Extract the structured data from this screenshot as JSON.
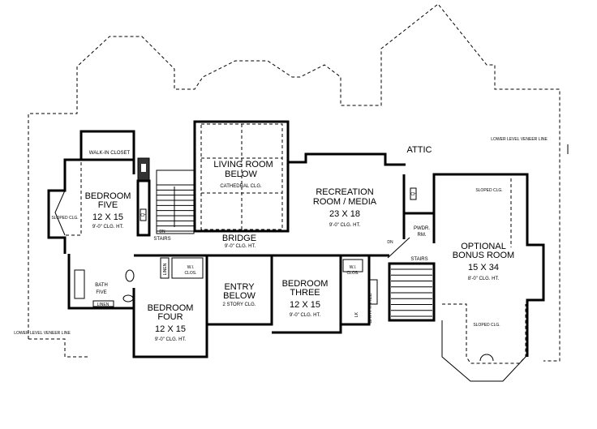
{
  "plan": {
    "attic": "ATTIC",
    "lower_level_veneer_line": "LOWER LEVEL VENEER LINE",
    "walk_in_closet": "WALK-IN CLOSET",
    "living_room": {
      "name": "LIVING ROOM BELOW",
      "line1": "LIVING ROOM",
      "line2": "BELOW",
      "ceiling": "CATHEDRAL CLG."
    },
    "bedroom_five": {
      "line1": "BEDROOM",
      "line2": "FIVE",
      "size": "12 X 15",
      "ceiling": "9'-0\" CLG. HT."
    },
    "sloped_clg": "SLOPED CLG.",
    "stairs_left": {
      "dn": "DN",
      "label": "STAIRS"
    },
    "bridge": {
      "name": "BRIDGE",
      "ceiling": "9'-0\" CLG. HT."
    },
    "recreation": {
      "line1": "RECREATION",
      "line2": "ROOM / MEDIA",
      "size": "23 X 18",
      "ceiling": "9'-0\" CLG. HT."
    },
    "pwdr": {
      "line1": "PWDR.",
      "line2": "RM."
    },
    "bonus": {
      "line1": "OPTIONAL",
      "line2": "BONUS ROOM",
      "size": "15 X 34",
      "ceiling": "8'-0\" CLG. HT."
    },
    "stairs_right": {
      "dn": "DN",
      "label": "STAIRS"
    },
    "bath_five": {
      "line1": "BATH",
      "line2": "FIVE"
    },
    "linen": "LINEN",
    "wi_clos": {
      "line1": "W.I.",
      "line2": "CLOS."
    },
    "entry": {
      "line1": "ENTRY",
      "line2": "BELOW",
      "ceiling": "2 STORY CLG."
    },
    "bedroom_four": {
      "line1": "BEDROOM",
      "line2": "FOUR",
      "size": "12 X 15",
      "ceiling": "9'-0\" CLG. HT."
    },
    "bedroom_three": {
      "line1": "BEDROOM",
      "line2": "THREE",
      "size": "12 X 15",
      "ceiling": "9'-0\" CLG. HT."
    },
    "bath_three": "BATH THREE",
    "lk": "LK",
    "ch": "CH"
  }
}
